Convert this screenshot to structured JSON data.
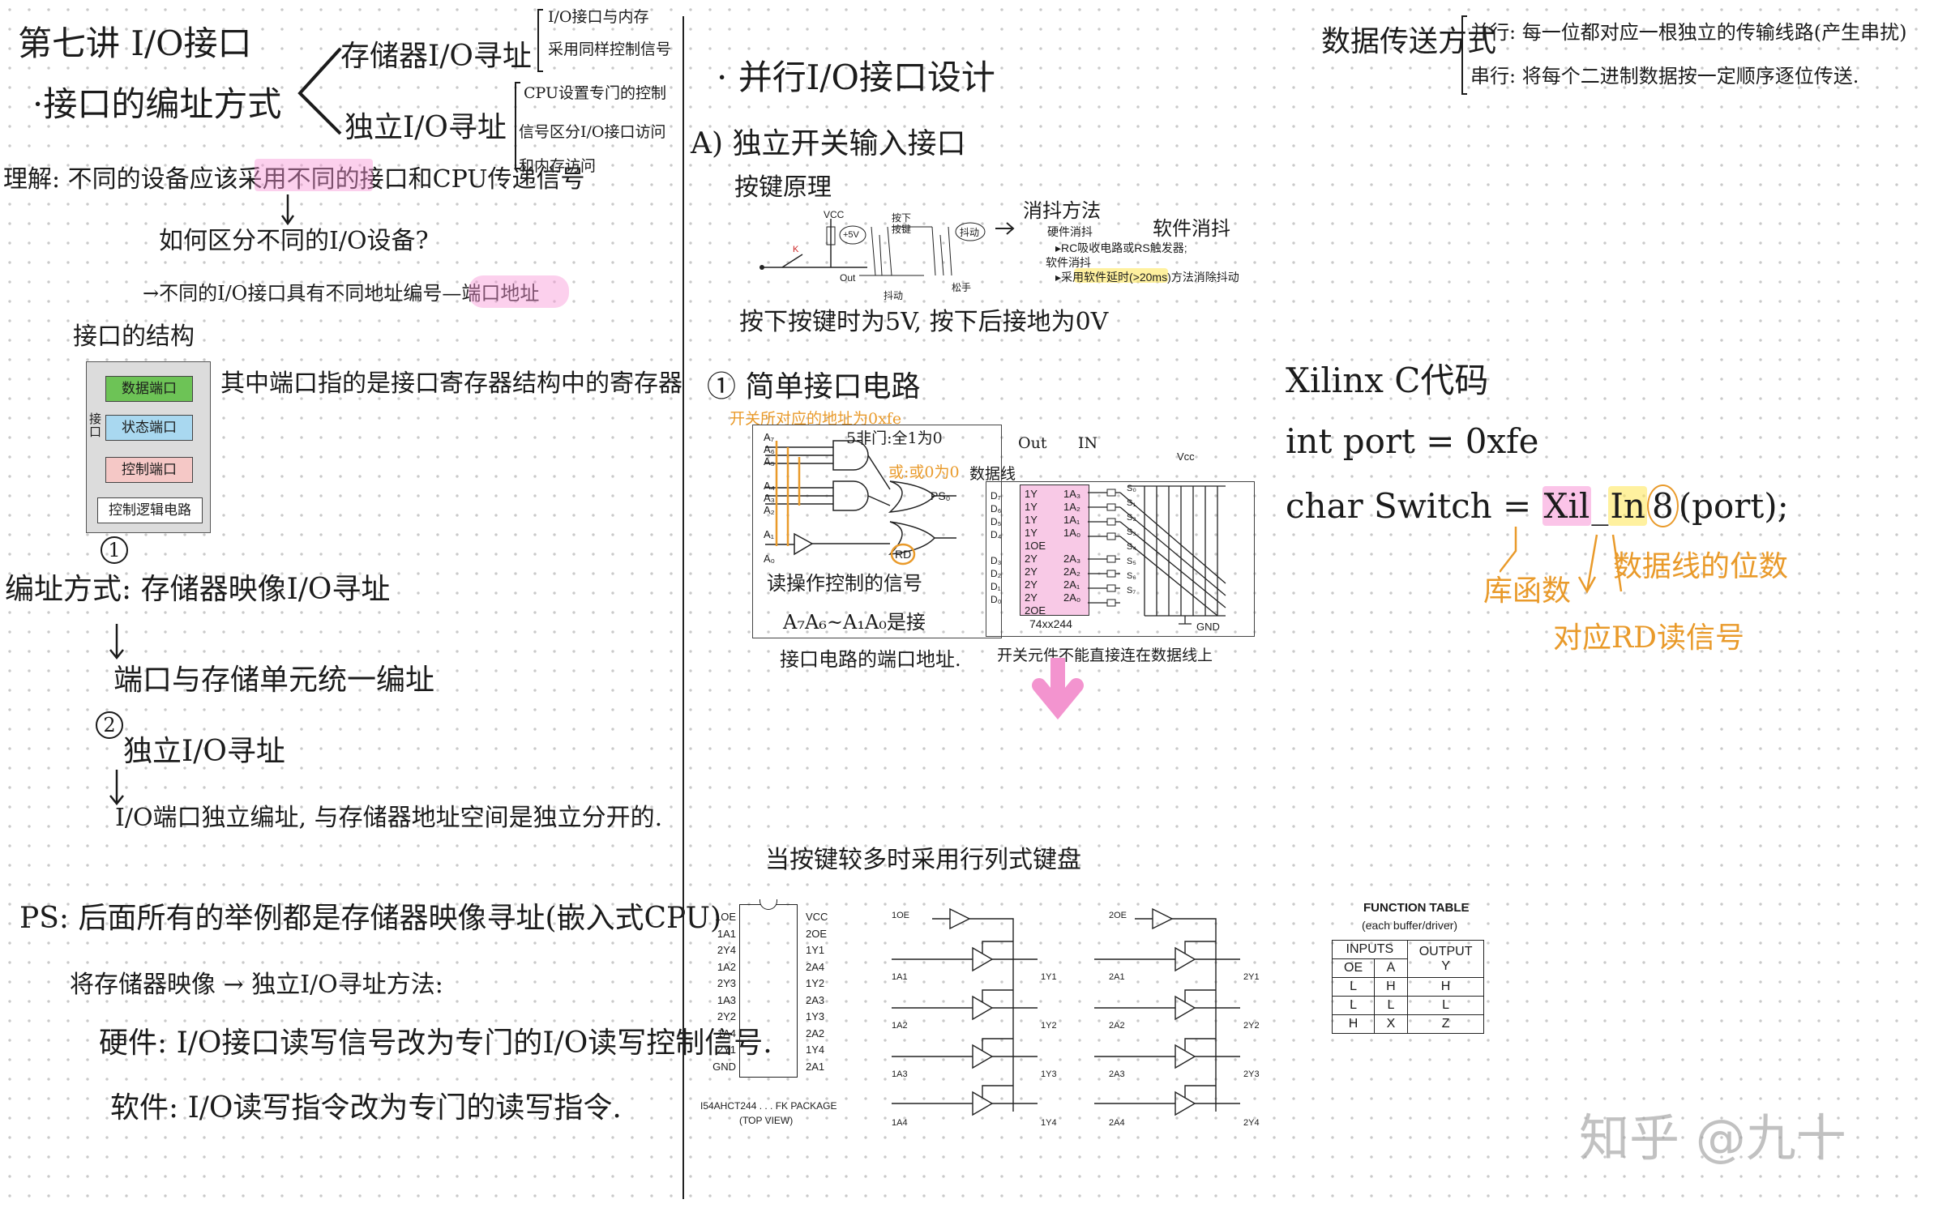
{
  "left": {
    "title": "第七讲 I/O接口",
    "subtitle": "·接口的编址方式",
    "branch1": "存储器I/O寻址",
    "branch2": "独立I/O寻址",
    "note_top1": "I/O接口与内存",
    "note_top2": "采用同样控制信号",
    "note_mid1": "CPU设置专门的控制",
    "note_mid2": "信号区分I/O接口访问",
    "note_mid3": "和内存访问",
    "understand": "理解: 不同的设备应该采用不同的接口和CPU传递信号",
    "question": "如何区分不同的I/O设备?",
    "answer": "→不同的I/O接口具有不同地址编号—端口地址",
    "struct_title": "接口的结构",
    "port_data": "数据端口",
    "port_status": "状态端口",
    "port_control": "控制端口",
    "port_logic": "控制逻辑电路",
    "iface_label": "接口",
    "struct_note": "其中端口指的是接口寄存器结构中的寄存器",
    "circle1": "1",
    "addr_mode1": "编址方式: 存储器映像I/O寻址",
    "mode1_detail": "端口与存储单元统一编址",
    "circle2": "2",
    "mode2": "独立I/O寻址",
    "mode2_detail": "I/O端口独立编址, 与存储器地址空间是独立分开的.",
    "ps": "PS: 后面所有的举例都是存储器映像寻址(嵌入式CPU)",
    "convert": "将存储器映像 → 独立I/O寻址方法:",
    "hw_line": "硬件: I/O接口读写信号改为专门的I/O读写控制信号.",
    "sw_line": "软件: I/O读写指令改为专门的读写指令."
  },
  "middle": {
    "title": "· 并行I/O接口设计",
    "sectionA": "A) 独立开关输入接口",
    "key_principle": "按键原理",
    "vcc": "VCC",
    "plus5v": "+5V",
    "press": "按下按键",
    "bounce": "抖动",
    "release": "松手",
    "bounce2": "抖动",
    "out": "Out",
    "k": "K",
    "debounce_title": "消抖方法",
    "debounce_hw": "硬件消抖",
    "debounce_hw_d": "▸RC吸收电路或RS触发器;",
    "debounce_sw": "软件消抖",
    "debounce_sw_d": "▸采用软件延时(>20ms)方法消除抖动",
    "debounce_note": "软件消抖",
    "key_state": "按下按键时为5V, 按下后接地为0V",
    "circuit_title": "① 简单接口电路",
    "addr_note": "开关所对应的地址为0xfe",
    "nand_note": "5非门:全1为0",
    "or_note": "或:或0为0",
    "ps0": "PS₀",
    "rd": "RD",
    "rd_note": "读操作控制的信号",
    "addr_range": "A₇A₆~A₁A₀是接",
    "addr_note2": "接口电路的端口地址.",
    "out_label": "Out",
    "in_label": "IN",
    "data_bus": "数据线",
    "chip": "74xx244",
    "gnd": "GND",
    "vcc2": "Vcc",
    "switch_note": "开关元件不能直接连在数据线上",
    "kbd_note": "当按键较多时采用行列式键盘",
    "pkg_label": "I54AHCT244 . . . FK PACKAGE",
    "pkg_view": "(TOP VIEW)",
    "pins_left": [
      "1OE",
      "1A1",
      "2Y4",
      "1A2",
      "2Y3",
      "1A3",
      "2Y2",
      "1A4",
      "2Y1",
      "GND"
    ],
    "pins_right": [
      "VCC",
      "2OE",
      "1Y1",
      "2A4",
      "1Y2",
      "2A3",
      "1Y3",
      "2A2",
      "1Y4",
      "2A1"
    ],
    "buf1_oe": "1OE",
    "buf2_oe": "2OE",
    "buf1_in": [
      "1A1",
      "1A2",
      "1A3",
      "1A4"
    ],
    "buf1_out": [
      "1Y1",
      "1Y2",
      "1Y3",
      "1Y4"
    ],
    "buf2_in": [
      "2A1",
      "2A2",
      "2A3",
      "2A4"
    ],
    "buf2_out": [
      "2Y1",
      "2Y2",
      "2Y3",
      "2Y4"
    ],
    "ft_title": "FUNCTION TABLE",
    "ft_sub": "(each buffer/driver)",
    "ft_inputs": "INPUTS",
    "ft_output": "OUTPUT",
    "ft_oe": "OE",
    "ft_a": "A",
    "ft_y": "Y",
    "ft_rows": [
      [
        "L",
        "H",
        "H"
      ],
      [
        "L",
        "L",
        "L"
      ],
      [
        "H",
        "X",
        "Z"
      ]
    ]
  },
  "right": {
    "transfer_title": "数据传送方式",
    "parallel": "并行: 每一位都对应一根独立的传输线路(产生串扰)",
    "serial": "串行: 将每个二进制数据按一定顺序逐位传送.",
    "xilinx": "Xilinx C代码",
    "code1": "int port = 0xfe",
    "code2_a": "char Switch = ",
    "code2_xil": "Xil",
    "code2_in": "In",
    "code2_8": "8",
    "code2_b": "(port);",
    "anno1": "库函数",
    "anno2": "数据线的位数",
    "anno3": "对应RD读信号",
    "watermark": "知乎 @九十"
  }
}
